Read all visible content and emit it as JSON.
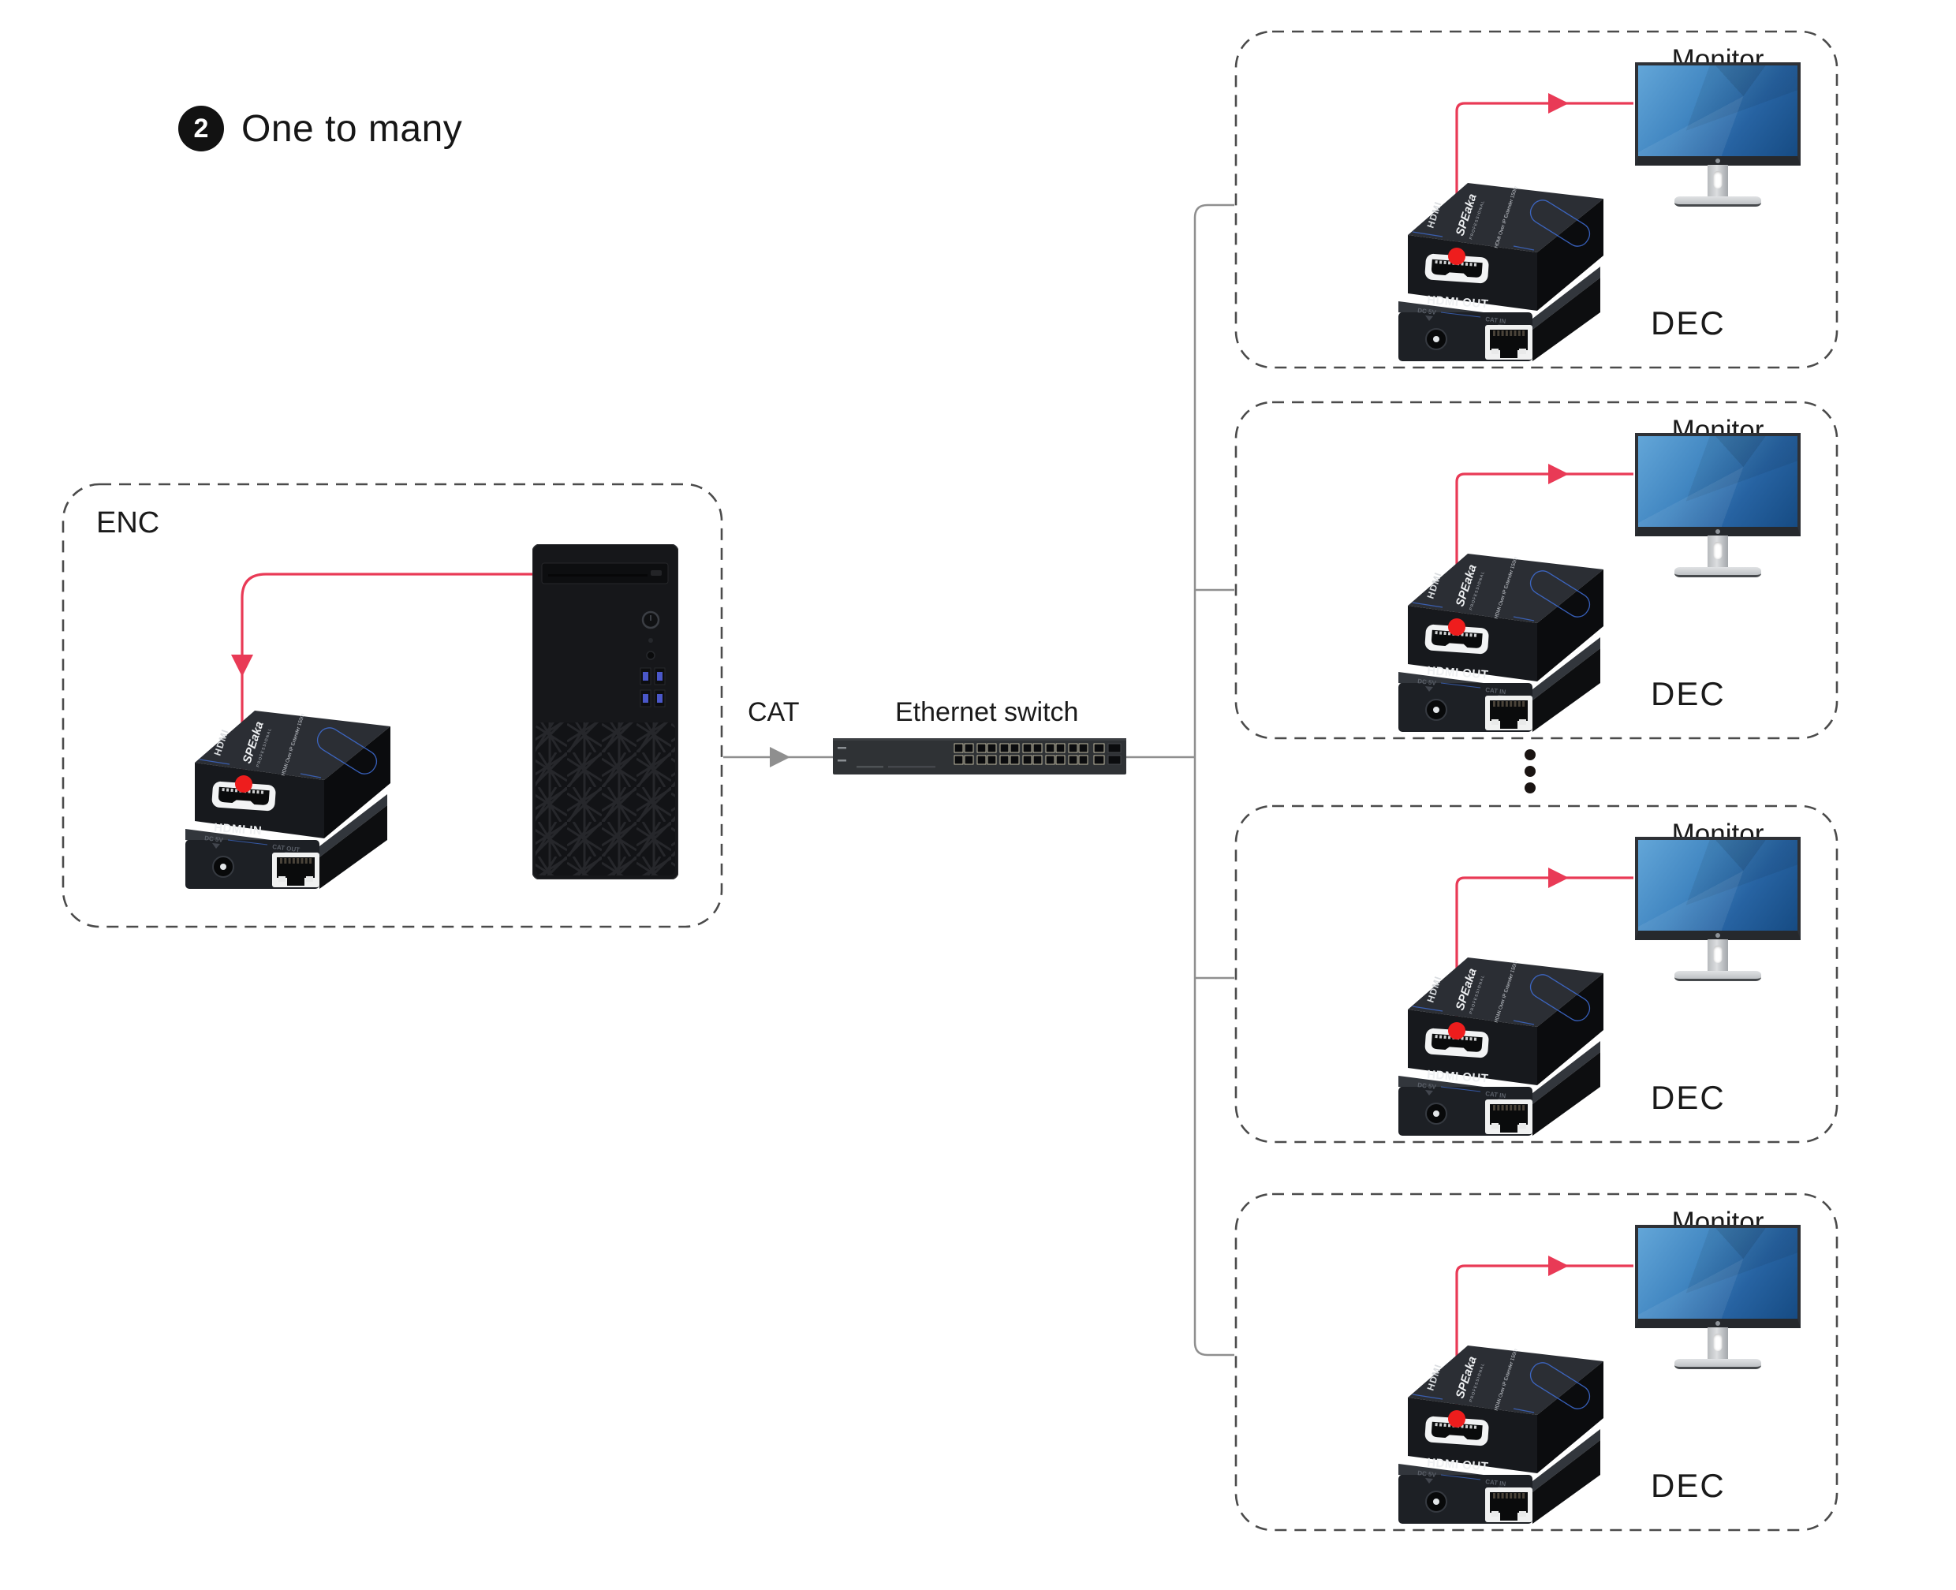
{
  "title": {
    "badge": "2",
    "text": "One to many"
  },
  "colors": {
    "cable_red": "#e93a56",
    "dot_red": "#ee1d1d",
    "wire_gray": "#8f8f8f",
    "accent_blue": "#3f6fd8"
  },
  "enc_group": {
    "label": "ENC",
    "device": {
      "hdmi_logo": "HDMI",
      "brand": "SPEaka",
      "brand_sub": "PROFESSIONAL",
      "product": "HDMI Over IP Extender 150m",
      "port_label": "HDMI IN",
      "dc_label": "DC 5V",
      "cat_label": "CAT OUT"
    }
  },
  "cat_label": "CAT",
  "switch_label": "Ethernet switch",
  "dec_boxes": [
    {
      "monitor_label": "Monitor",
      "dec_label": "DEC",
      "device": {
        "hdmi_logo": "HDMI",
        "brand": "SPEaka",
        "brand_sub": "PROFESSIONAL",
        "product": "HDMI Over IP Extender 150m",
        "port_label": "HDMI OUT",
        "dc_label": "DC 5V",
        "cat_label": "CAT IN"
      }
    },
    {
      "monitor_label": "Monitor",
      "dec_label": "DEC",
      "device": {
        "hdmi_logo": "HDMI",
        "brand": "SPEaka",
        "brand_sub": "PROFESSIONAL",
        "product": "HDMI Over IP Extender 150m",
        "port_label": "HDMI OUT",
        "dc_label": "DC 5V",
        "cat_label": "CAT IN"
      }
    },
    {
      "monitor_label": "Monitor",
      "dec_label": "DEC",
      "device": {
        "hdmi_logo": "HDMI",
        "brand": "SPEaka",
        "brand_sub": "PROFESSIONAL",
        "product": "HDMI Over IP Extender 150m",
        "port_label": "HDMI OUT",
        "dc_label": "DC 5V",
        "cat_label": "CAT IN"
      }
    },
    {
      "monitor_label": "Monitor",
      "dec_label": "DEC",
      "device": {
        "hdmi_logo": "HDMI",
        "brand": "SPEaka",
        "brand_sub": "PROFESSIONAL",
        "product": "HDMI Over IP Extender 150m",
        "port_label": "HDMI OUT",
        "dc_label": "DC 5V",
        "cat_label": "CAT IN"
      }
    }
  ]
}
